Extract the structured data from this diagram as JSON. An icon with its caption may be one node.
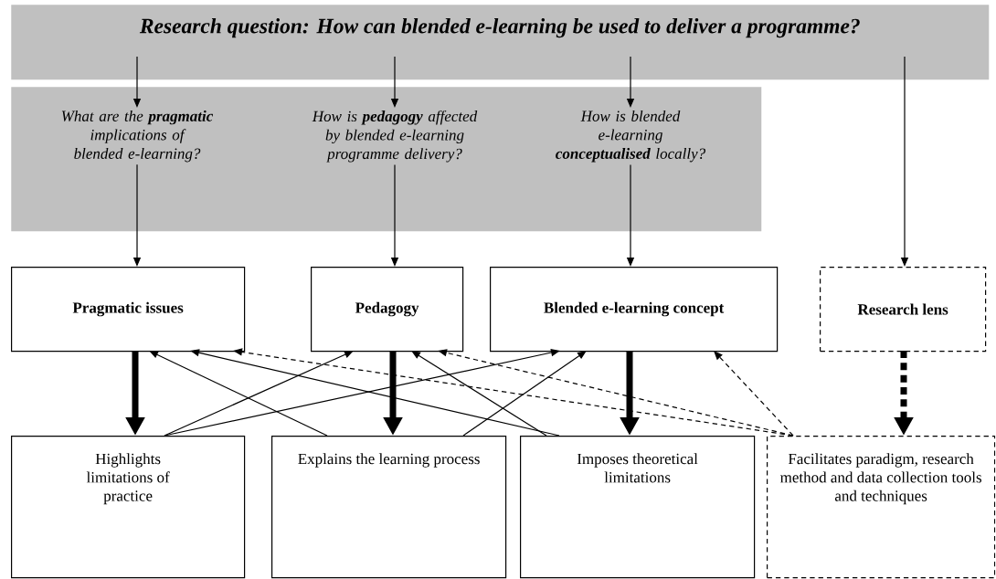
{
  "diagram": {
    "nodes": [
      {
        "text": [
          "Research question: How can blended e-learning be used to deliver a programme?"
        ]
      },
      {
        "text": [],
        "shape": "box"
      },
      {
        "text": [
          "What are the **pragmatic** implications of blended e-learning?"
        ],
        "in": 1
      },
      {
        "text": [
          "How is **pedagogy** affected by blended e-learning programme delivery?"
        ],
        "in": 1
      },
      {
        "text": [
          "How is blended e-learning **conceptualised** locally?"
        ],
        "in": 1
      },
      {
        "text": [
          "Pragmatic issues"
        ]
      },
      {
        "text": [
          "Pedagogy"
        ]
      },
      {
        "text": [
          "Blended e-learning concept"
        ]
      },
      {
        "text": [
          "Research lens"
        ]
      },
      {
        "text": [
          "Highlights limitations of practice"
        ]
      },
      {
        "text": [
          "Explains the learning process"
        ]
      },
      {
        "text": [
          "Imposes theoretical limitations"
        ]
      },
      {
        "text": [
          "Facilitates paradigm, research method and data collection tools and techniques"
        ]
      }
    ],
    "edges": [
      {
        "from": 0,
        "to": 2,
        "arrow": "to"
      },
      {
        "from": 0,
        "to": 3,
        "arrow": "to"
      },
      {
        "from": 0,
        "to": 4,
        "arrow": "to"
      },
      {
        "from": 0,
        "to": 8,
        "arrow": "to"
      },
      {
        "from": 2,
        "to": 5,
        "arrow": "to"
      },
      {
        "from": 3,
        "to": 6,
        "arrow": "to"
      },
      {
        "from": 4,
        "to": 7,
        "arrow": "to"
      },
      {
        "from": 5,
        "to": 9,
        "arrow": "to",
        "style": "thick"
      },
      {
        "from": 6,
        "to": 10,
        "arrow": "to",
        "style": "thick"
      },
      {
        "from": 7,
        "to": 11,
        "arrow": "to",
        "style": "thick"
      },
      {
        "from": 8,
        "to": 12,
        "arrow": "to",
        "style": "dashed"
      },
      {
        "from": 9,
        "to": 6,
        "arrow": "to"
      },
      {
        "from": 9,
        "to": 7,
        "arrow": "to"
      },
      {
        "from": 10,
        "to": 5,
        "arrow": "to"
      },
      {
        "from": 10,
        "to": 7,
        "arrow": "to"
      },
      {
        "from": 11,
        "to": 5,
        "arrow": "to"
      },
      {
        "from": 11,
        "to": 6,
        "arrow": "to"
      },
      {
        "from": 12,
        "to": 5,
        "arrow": "to",
        "style": "dashed"
      },
      {
        "from": 12,
        "to": 6,
        "arrow": "to",
        "style": "dashed"
      },
      {
        "from": 12,
        "to": 7,
        "arrow": "to",
        "style": "dashed"
      }
    ]
  }
}
